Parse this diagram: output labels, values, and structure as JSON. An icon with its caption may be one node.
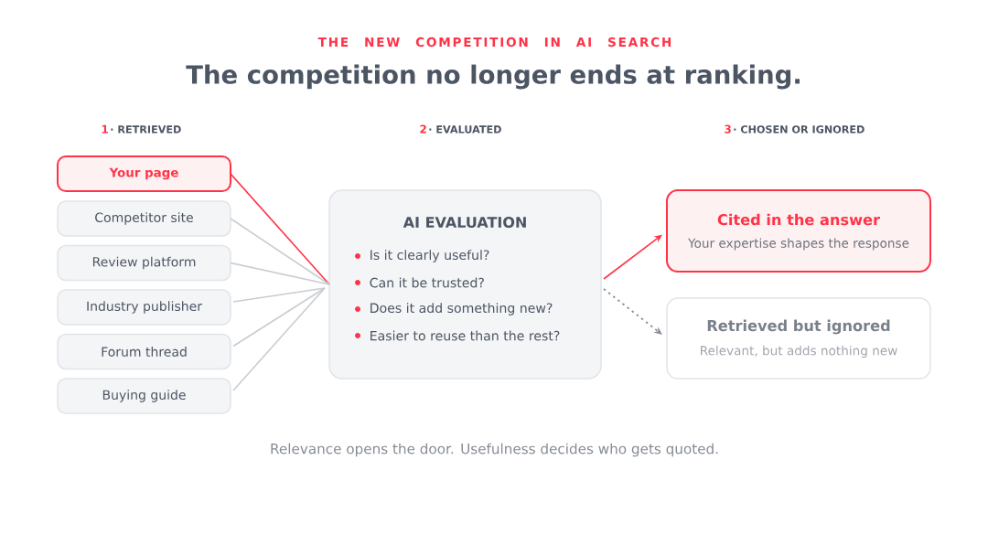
{
  "diagram": {
    "title": "The competition no longer ends at ranking.",
    "caption": "Relevance opens the door. Usefulness decides who gets quoted.",
    "nodes": [
      {
        "text": [
          "Your page"
        ]
      },
      {
        "text": [
          "Competitor site"
        ]
      },
      {
        "text": [
          "Review platform"
        ]
      },
      {
        "text": [
          "Industry publisher"
        ]
      },
      {
        "text": [
          "Forum thread"
        ]
      },
      {
        "text": [
          "Buying guide"
        ]
      },
      {
        "text": [
          "AI EVALUATION",
          "Is it clearly useful?",
          "Can it be trusted?",
          "Does it add something new?",
          "Easier to reuse than the rest?"
        ]
      },
      {
        "text": [
          "Cited in the answer",
          "Your expertise shapes the response"
        ]
      },
      {
        "text": [
          "Retrieved but ignored",
          "Relevant, but adds nothing new"
        ]
      }
    ],
    "edges": [
      {
        "from": 0,
        "to": 6,
        "arrow": "none",
        "color": "#ff3347"
      },
      {
        "from": 1,
        "to": 6,
        "arrow": "none"
      },
      {
        "from": 2,
        "to": 6,
        "arrow": "none"
      },
      {
        "from": 3,
        "to": 6,
        "arrow": "none"
      },
      {
        "from": 4,
        "to": 6,
        "arrow": "none"
      },
      {
        "from": 5,
        "to": 6,
        "arrow": "none"
      },
      {
        "from": 6,
        "to": 7,
        "arrow": "to",
        "color": "#ff3347"
      },
      {
        "from": 6,
        "to": 8,
        "arrow": "to",
        "style": "dashed",
        "color": "#8a9099"
      }
    ],
    "labels": [
      "THE NEW COMPETITION IN AI SEARCH",
      "1",
      "· RETRIEVED",
      "2",
      "· EVALUATED",
      "3",
      "· CHOSEN OR IGNORED"
    ]
  }
}
